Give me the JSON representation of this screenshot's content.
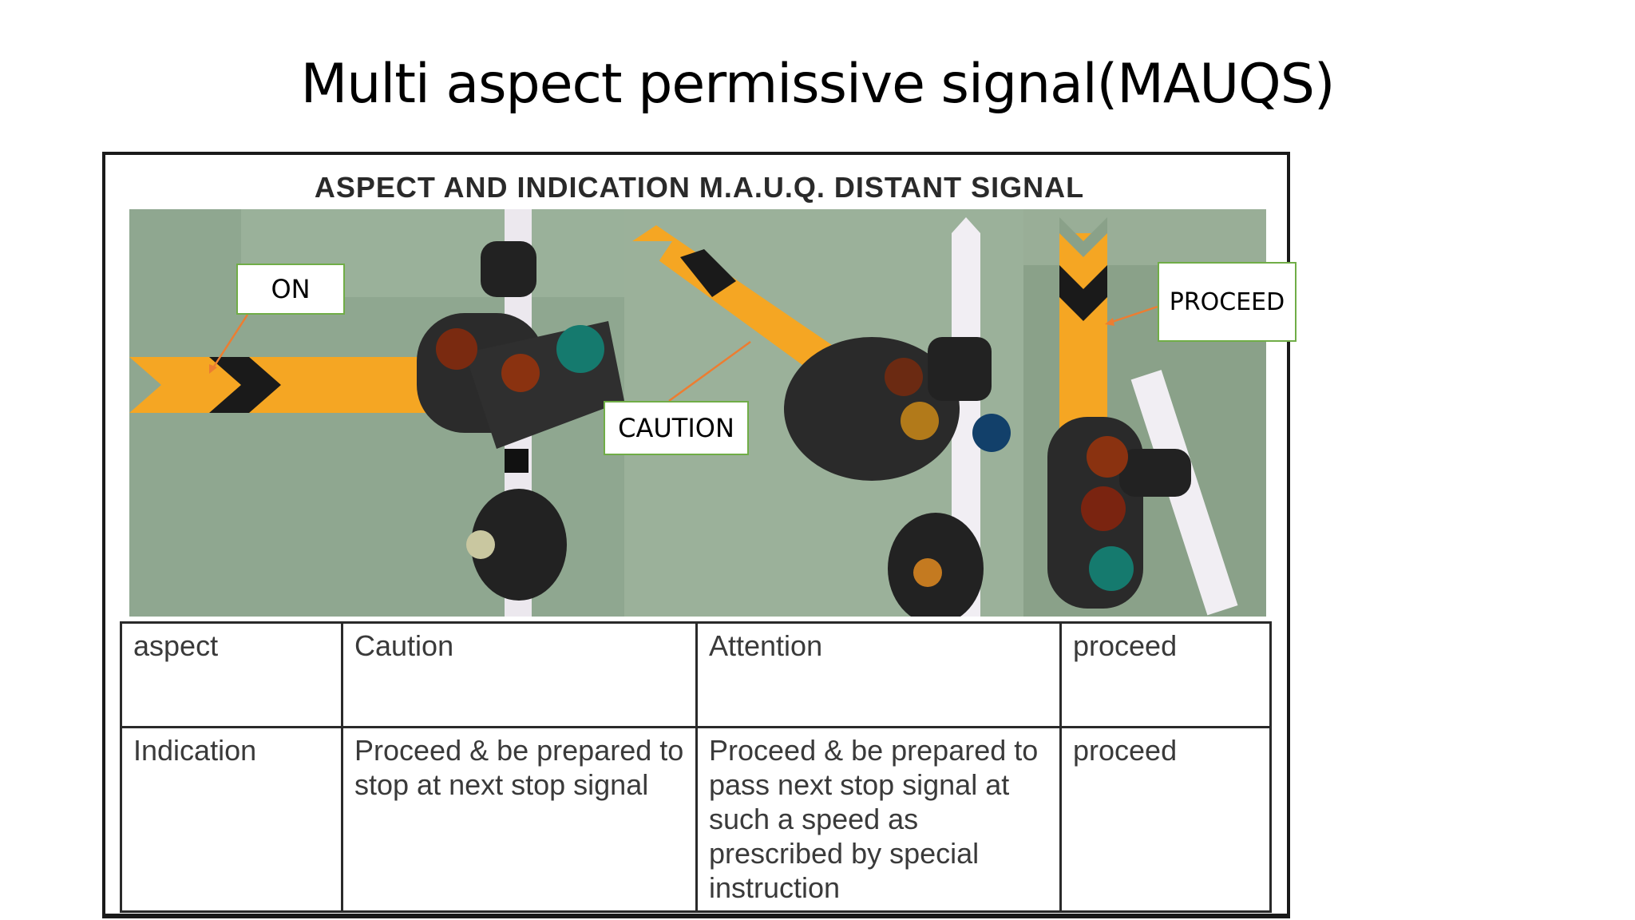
{
  "slide": {
    "title": "Multi aspect permissive signal(MAUQS)"
  },
  "figure": {
    "heading": "ASPECT AND  INDICATION M.A.U.Q. DISTANT SIGNAL",
    "callouts": {
      "on": "ON",
      "caution": "CAUTION",
      "proceed": "PROCEED"
    },
    "table": {
      "rows": [
        [
          "aspect",
          "Caution",
          "Attention",
          "proceed"
        ],
        [
          "Indication",
          "Proceed & be prepared to stop at next stop signal",
          "Proceed & be prepared to pass next stop signal at such a speed as prescribed by special instruction",
          "proceed"
        ]
      ]
    }
  },
  "colors": {
    "callout_border": "#70ad47",
    "leader_line": "#ed7d31",
    "signal_arm": "#f5a623",
    "background_green": "#8ea58f"
  }
}
